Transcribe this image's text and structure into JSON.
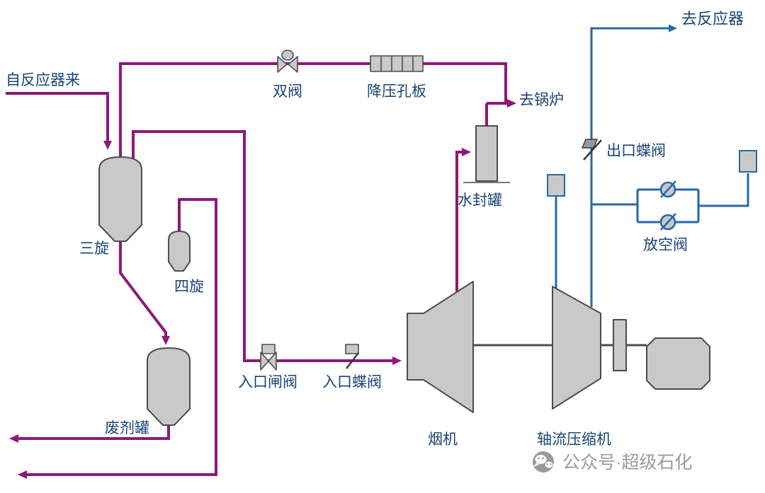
{
  "diagram": {
    "type": "process-flow-diagram",
    "labels": {
      "from_reactor": "自反应器来",
      "to_reactor": "去反应器",
      "double_valve": "双阀",
      "orifice_plate": "降压孔板",
      "to_boiler": "去锅炉",
      "water_seal_tank": "水封罐",
      "outlet_butterfly_valve": "出口蝶阀",
      "vent_valve": "放空阀",
      "third_stage_cyclone": "三旋",
      "fourth_stage_cyclone": "四旋",
      "spent_catalyst_tank": "废剂罐",
      "inlet_gate_valve": "入口闸阀",
      "inlet_butterfly_valve": "入口蝶阀",
      "flue_gas_turbine": "烟机",
      "axial_compressor": "轴流压缩机"
    },
    "watermark": {
      "text": "公众号·超级石化"
    },
    "colors": {
      "flue_gas_line": "#8F1879",
      "air_line": "#2767A8",
      "equipment_fill": "#C9C9C9",
      "equipment_stroke": "#4D4D4D",
      "label_text": "#1A4478",
      "watermark": "#9B9B9B"
    }
  }
}
